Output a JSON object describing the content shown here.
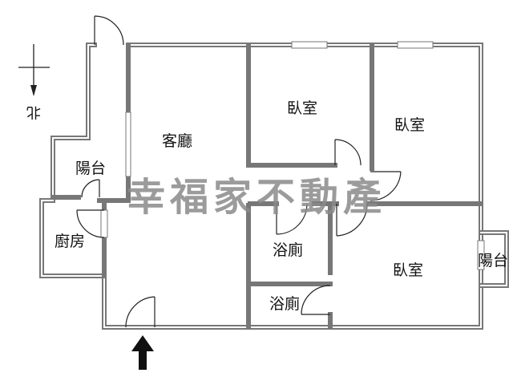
{
  "rooms": {
    "living": "客廳",
    "bedroom_top_mid": "臥室",
    "bedroom_top_right": "臥室",
    "bedroom_bottom_right": "臥室",
    "balcony_left": "陽台",
    "balcony_right": "陽台",
    "kitchen": "廚房",
    "bath_mid": "浴廁",
    "bath_low": "浴廁"
  },
  "compass": {
    "label": "北"
  },
  "watermark": "幸福家不動產"
}
